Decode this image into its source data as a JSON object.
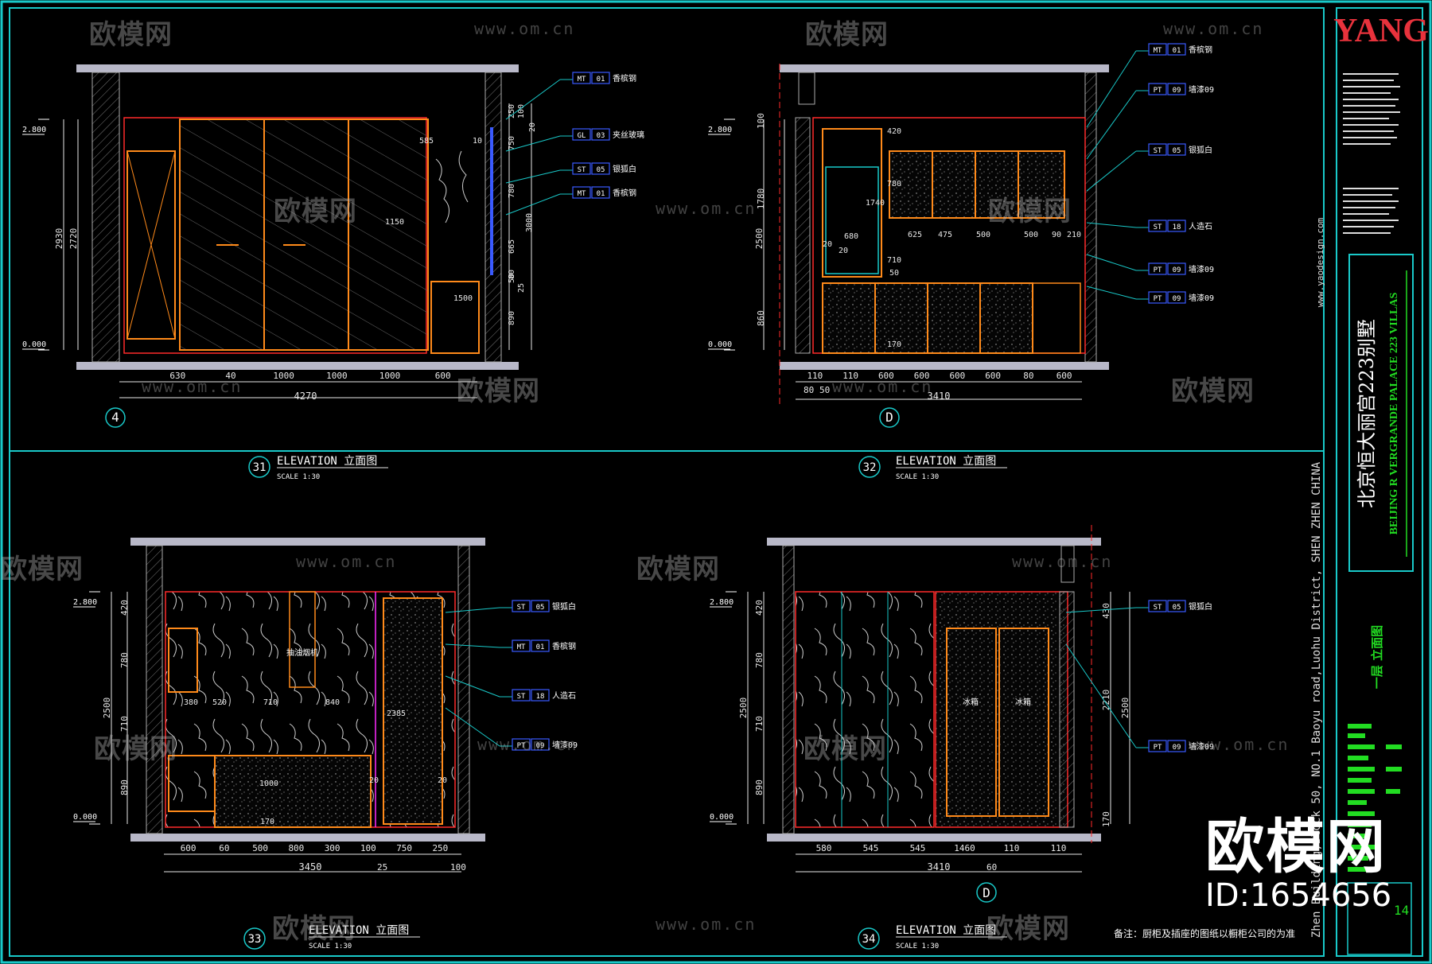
{
  "title_block": {
    "logo": "YANG",
    "project_cn": "北京恒大丽宫223别墅",
    "project_en": "BEIJING R VERGRANDE PALACE 223 VILLAS",
    "sheet_cn": "一层 立面图",
    "address": "Zhen Building,Block 50, NO.1 Baoyu road,Luohu District, SHEN ZHEN CHINA",
    "website": "www.yaodesign.com",
    "sheet_no": "14",
    "note": "备注：厨柜及插座的图纸以橱柜公司的为准"
  },
  "watermarks": {
    "brand": "欧模网",
    "url": "www.om.cn",
    "overlay_brand": "欧模网",
    "overlay_id": "ID:1654656"
  },
  "elevations": [
    {
      "num": "31",
      "title": "ELEVATION 立面图",
      "scale": "SCALE 1:30",
      "grid": "4",
      "dims_bottom": [
        "630",
        "40",
        "1000",
        "1000",
        "1000",
        "600"
      ],
      "total": "4270",
      "dims_left": [
        "2930",
        "2720"
      ],
      "levels": [
        "2.800",
        "0.000"
      ],
      "dims_right": [
        "250",
        "100",
        "20",
        "750",
        "780",
        "665",
        "80",
        "50",
        "25",
        "890",
        "3000"
      ],
      "dims_inner": [
        "585",
        "10",
        "1150",
        "1500"
      ],
      "tags": [
        {
          "code": "MT",
          "num": "01",
          "label": "香槟钢"
        },
        {
          "code": "GL",
          "num": "03",
          "label": "夹丝玻璃"
        },
        {
          "code": "ST",
          "num": "05",
          "label": "银狐白"
        },
        {
          "code": "MT",
          "num": "01",
          "label": "香槟钢"
        }
      ]
    },
    {
      "num": "32",
      "title": "ELEVATION 立面图",
      "scale": "SCALE 1:30",
      "grid": "D",
      "dims_bottom": [
        "110",
        "110",
        "600",
        "600",
        "600",
        "600",
        "80",
        "600"
      ],
      "total": "3410",
      "sub": [
        "80",
        "50"
      ],
      "dims_left": [
        "100",
        "1780",
        "2500",
        "860"
      ],
      "levels": [
        "2.800",
        "0.000"
      ],
      "dims_inner": [
        "420",
        "780",
        "1740",
        "680",
        "20",
        "20",
        "625",
        "475",
        "500",
        "500",
        "90",
        "210",
        "170",
        "50",
        "710"
      ],
      "tags": [
        {
          "code": "MT",
          "num": "01",
          "label": "香槟钢"
        },
        {
          "code": "PT",
          "num": "09",
          "label": "墙漆09"
        },
        {
          "code": "ST",
          "num": "05",
          "label": "银狐白"
        },
        {
          "code": "ST",
          "num": "18",
          "label": "人造石"
        },
        {
          "code": "PT",
          "num": "09",
          "label": "墙漆09"
        },
        {
          "code": "PT",
          "num": "09",
          "label": "墙漆09"
        }
      ]
    },
    {
      "num": "33",
      "title": "ELEVATION 立面图",
      "scale": "SCALE 1:30",
      "grid": "",
      "dims_bottom": [
        "600",
        "60",
        "500",
        "800",
        "300",
        "100",
        "750",
        "250"
      ],
      "total": "3450",
      "sub": [
        "25",
        "100"
      ],
      "dims_left": [
        "420",
        "780",
        "2500",
        "710",
        "890"
      ],
      "levels": [
        "2.800",
        "0.000"
      ],
      "dims_inner": [
        "380",
        "520",
        "710",
        "840",
        "2385",
        "1000",
        "20",
        "170",
        "20"
      ],
      "tags": [
        {
          "code": "ST",
          "num": "05",
          "label": "银狐白"
        },
        {
          "code": "MT",
          "num": "01",
          "label": "香槟钢"
        },
        {
          "code": "ST",
          "num": "18",
          "label": "人造石"
        },
        {
          "code": "PT",
          "num": "09",
          "label": "墙漆09"
        }
      ],
      "inner_text": [
        "抽油烟机"
      ]
    },
    {
      "num": "34",
      "title": "ELEVATION 立面图",
      "scale": "SCALE 1:30",
      "grid": "D",
      "dims_bottom": [
        "580",
        "545",
        "545",
        "1460",
        "110",
        "110"
      ],
      "total": "3410",
      "sub": [
        "60"
      ],
      "dims_left": [
        "420",
        "780",
        "2500",
        "710",
        "890"
      ],
      "levels": [
        "2.800",
        "0.000"
      ],
      "dims_right": [
        "430",
        "2210",
        "2500",
        "170"
      ],
      "tags": [
        {
          "code": "ST",
          "num": "05",
          "label": "银狐白"
        },
        {
          "code": "PT",
          "num": "09",
          "label": "墙漆09"
        }
      ],
      "inner_text": [
        "冰箱",
        "冰箱"
      ]
    }
  ],
  "colors": {
    "frame": "#19c9c9",
    "slab": "#b8b8c8",
    "wall": "#8a8a8a",
    "cabinet": "#ff8a1a",
    "dim": "#e8e8e8",
    "tag": "#ffffff",
    "leader": "#19c9c9",
    "accent_red": "#ff2a2a",
    "magenta": "#ff2aff",
    "yellow": "#f0f020",
    "green": "#22dd22",
    "blue": "#3a5aff"
  }
}
